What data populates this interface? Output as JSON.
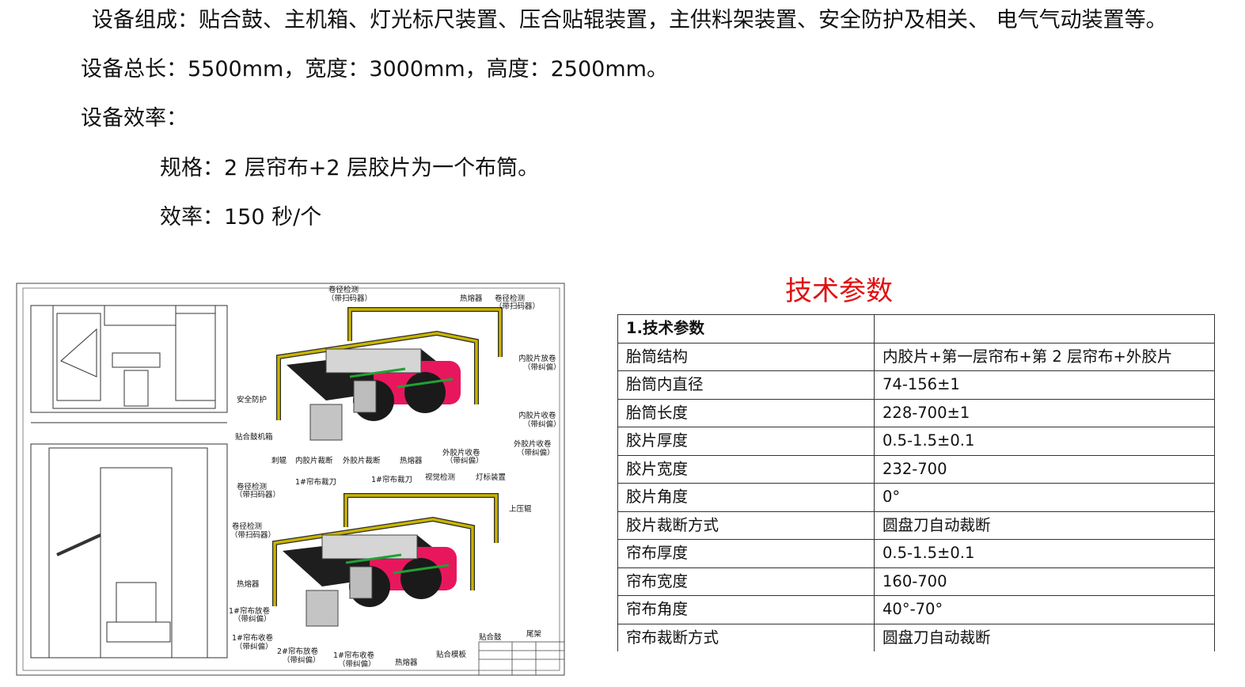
{
  "intro": {
    "composition": "设备组成：贴合鼓、主机箱、灯光标尺装置、压合贴辊装置，主供料架装置、安全防护及相关、 电气气动装置等。",
    "dimensions": "设备总长：5500mm，宽度：3000mm，高度：2500mm。",
    "efficiency_label": "设备效率：",
    "spec": "规格：2 层帘布+2 层胶片为一个布筒。",
    "efficiency": "效率：150 秒/个"
  },
  "drawing": {
    "top_labels": {
      "coil_detect_1": "卷径检测",
      "coil_detect_1b": "（带扫码器）",
      "heater_top": "热熔器",
      "coil_detect_2": "卷径检测",
      "coil_detect_2b": "（带扫码器）",
      "inner_film_unwind": "内胶片放卷",
      "inner_film_unwind_b": "（带纠偏）",
      "safety": "安全防护",
      "inner_film_rewind": "内胶片收卷",
      "inner_film_rewind_b": "（带纠偏）",
      "drum_box": "贴合鼓机箱",
      "outer_film_rewind": "外胶片收卷",
      "outer_film_rewind_b": "（带纠偏）",
      "pierce_roller": "刺辊",
      "inner_cut": "内胶片裁断",
      "outer_cut": "外胶片裁断",
      "heater_mid": "热熔器",
      "outer_film_unwind": "外胶片收卷",
      "outer_film_unwind_b": "（带纠偏）"
    },
    "bottom_labels": {
      "coil_detect_3": "卷径检测",
      "coil_detect_3b": "（带扫码器）",
      "cord_cutter_1": "1#帘布裁刀",
      "cord_cutter_1b": "1#帘布裁刀",
      "vision": "视觉检测",
      "light_device": "灯标装置",
      "upper_roller": "上压辊",
      "coil_detect_4": "卷径检测",
      "coil_detect_4b": "（带扫码器）",
      "heater_bottom": "热熔器",
      "cord_unwind_1": "1#帘布放卷",
      "cord_unwind_1b": "（带纠偏）",
      "cord_rewind_1": "1#帘布收卷",
      "cord_rewind_1b": "（带纠偏）",
      "cord_unwind_2": "2#帘布放卷",
      "cord_unwind_2b": "（带纠偏）",
      "cord_rewind_1c": "1#帘布收卷",
      "cord_rewind_1d": "（带纠偏）",
      "heater_bottom2": "热熔器",
      "template": "贴合模板",
      "drum": "贴合鼓",
      "tail_frame": "尾架"
    }
  },
  "tech": {
    "title": "技术参数",
    "header": [
      "1.技术参数",
      ""
    ],
    "rows": [
      [
        "胎筒结构",
        "内胶片+第一层帘布+第 2 层帘布+外胶片"
      ],
      [
        "胎筒内直径",
        "74-156±1"
      ],
      [
        "胎筒长度",
        "228-700±1"
      ],
      [
        "胶片厚度",
        "0.5-1.5±0.1"
      ],
      [
        "胶片宽度",
        "232-700"
      ],
      [
        "胶片角度",
        "0°"
      ],
      [
        "胶片裁断方式",
        "圆盘刀自动裁断"
      ],
      [
        "帘布厚度",
        "0.5-1.5±0.1"
      ],
      [
        "帘布宽度",
        "160-700"
      ],
      [
        "帘布角度",
        "40°-70°"
      ],
      [
        "帘布裁断方式",
        "圆盘刀自动裁断"
      ]
    ]
  },
  "colors": {
    "frame_yellow": "#c9b400",
    "roll_pink": "#e8175d",
    "belt_black": "#1a1a1a",
    "cover_gray": "#bdbdbd",
    "title_red": "#e01010"
  }
}
